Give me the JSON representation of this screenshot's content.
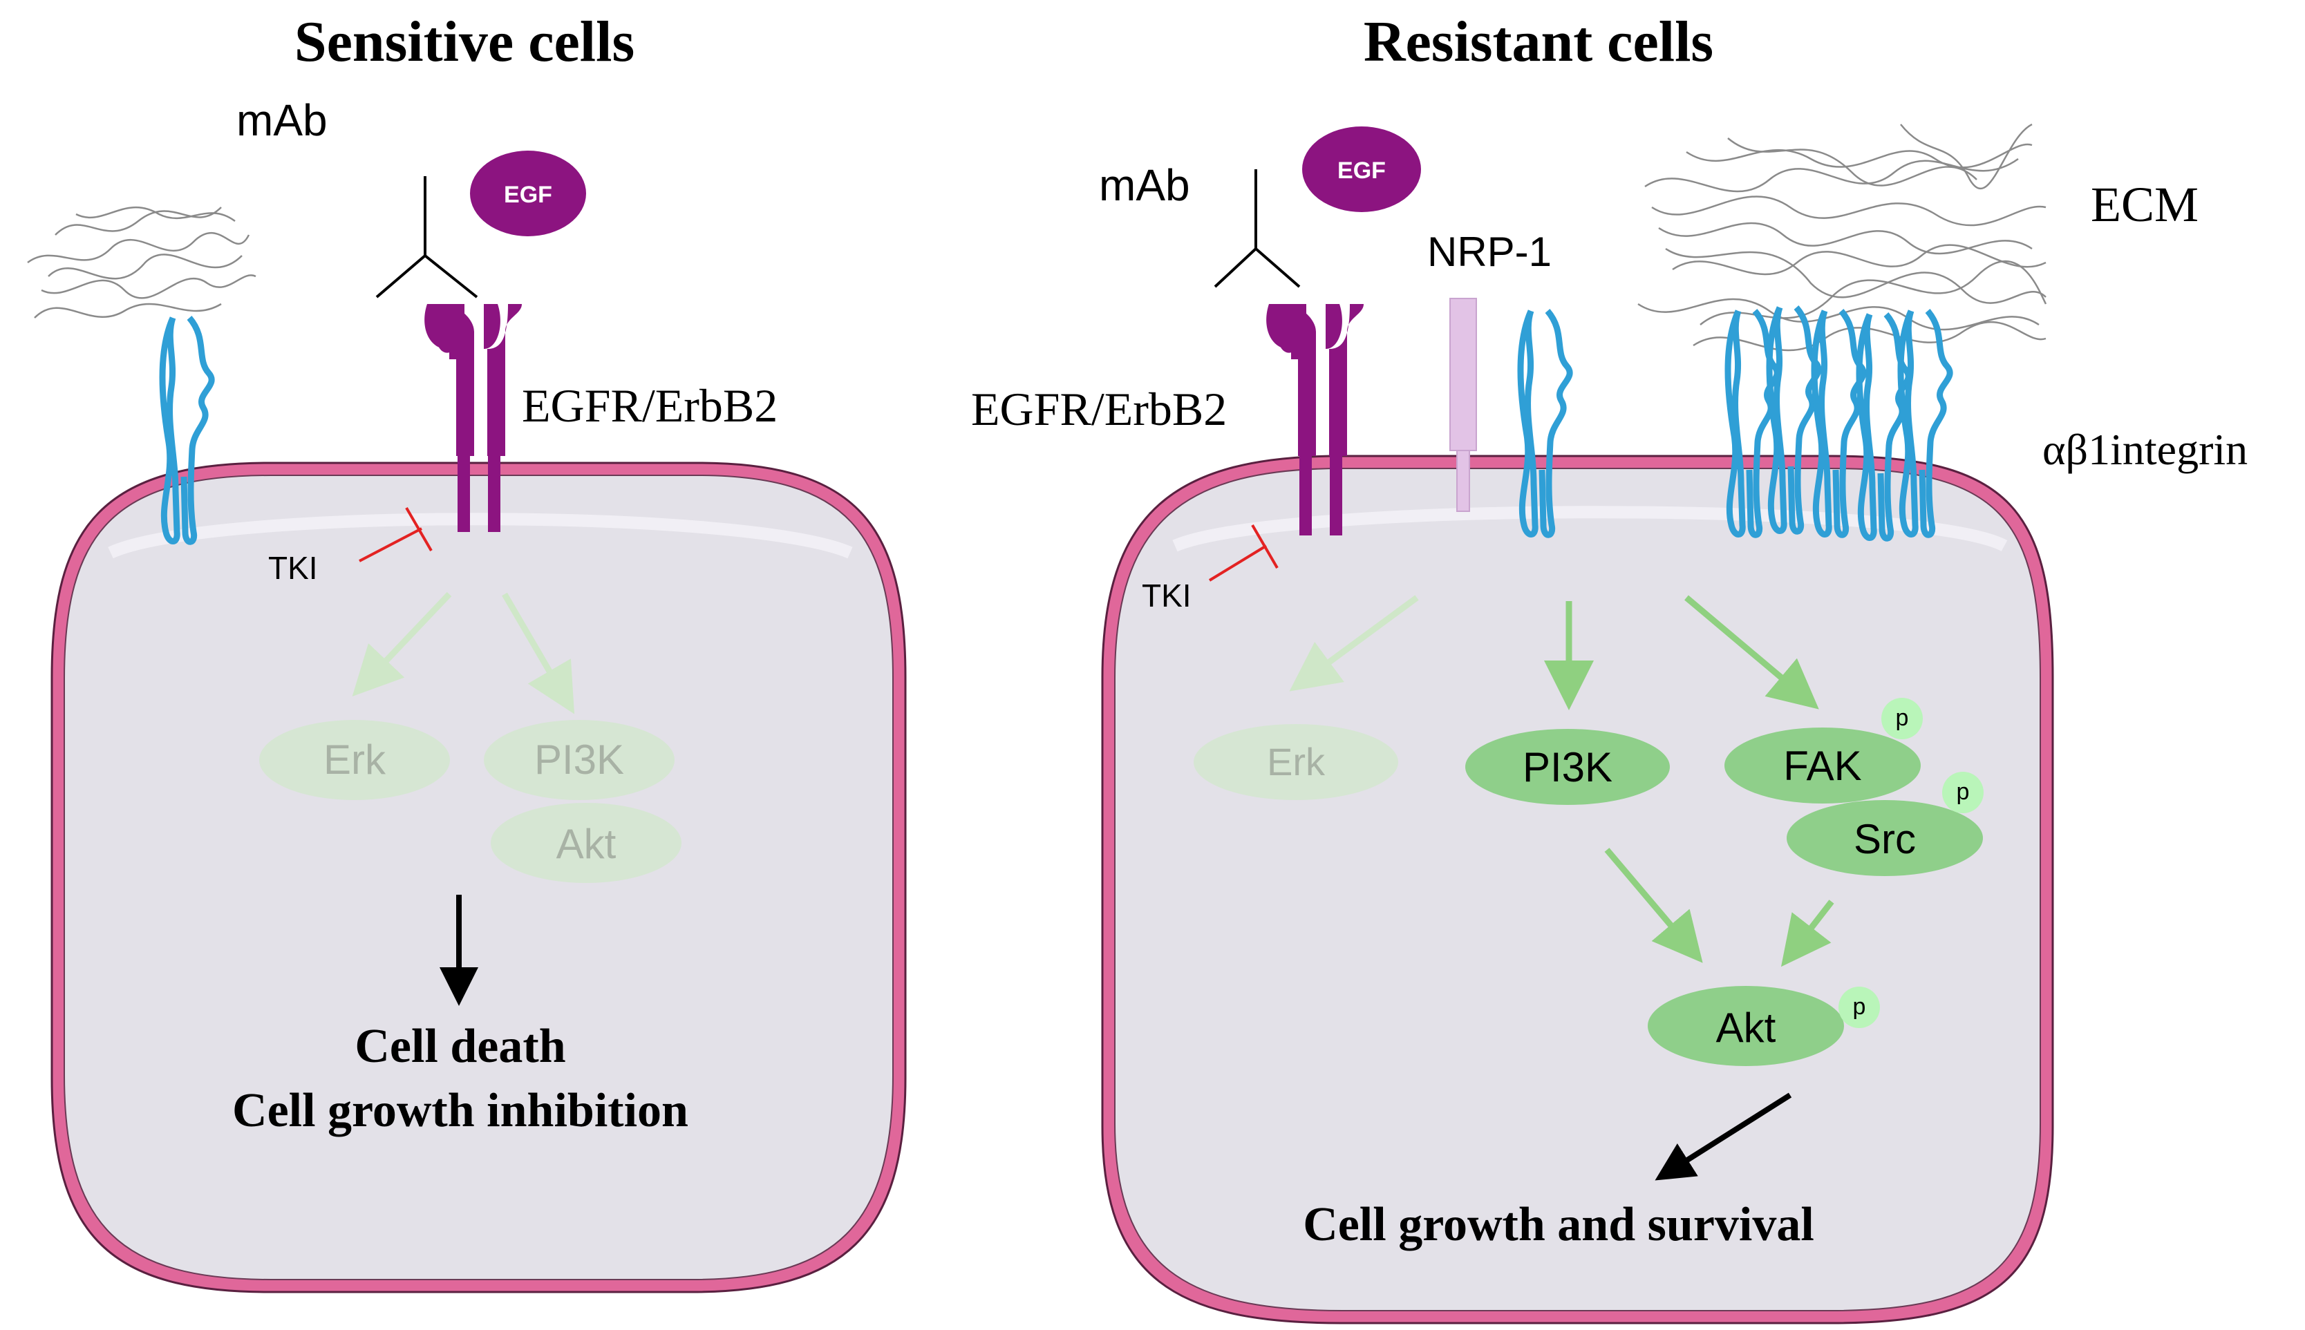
{
  "sensitive": {
    "title": "Sensitive cells",
    "mab_label": "mAb",
    "egf_label": "EGF",
    "egfr_label": "EGFR/ErbB2",
    "tki_label": "TKI",
    "nodes": {
      "erk": "Erk",
      "pi3k": "PI3K",
      "akt": "Akt"
    },
    "outcome_line1": "Cell death",
    "outcome_line2": "Cell growth inhibition"
  },
  "resistant": {
    "title": "Resistant cells",
    "mab_label": "mAb",
    "egf_label": "EGF",
    "nrp1_label": "NRP-1",
    "ecm_label": "ECM",
    "egfr_label": "EGFR/ErbB2",
    "integrin_label": "αβ1integrin",
    "tki_label": "TKI",
    "nodes": {
      "erk": "Erk",
      "pi3k": "PI3K",
      "fak": "FAK",
      "src": "Src",
      "akt": "Akt"
    },
    "phospho_label": "p",
    "outcome": "Cell growth and survival"
  },
  "colors": {
    "membrane_outer": "#e0679a",
    "cytoplasm": "#e3e1e8",
    "receptor": "#8c1480",
    "egf": "#8c1480",
    "integrin": "#2f9fd6",
    "nrp1": "#e2c3e6",
    "active_node": "#8fcf8a",
    "faded_node": "#d6e6d3",
    "active_arrow": "#8fd080",
    "faded_arrow": "#cfe7c8",
    "phospho": "#b9f5b9",
    "inhibit": "#e32222"
  }
}
